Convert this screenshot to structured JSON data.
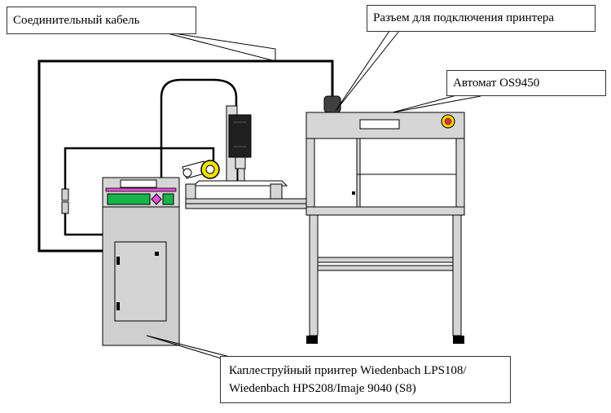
{
  "callouts": {
    "cable": "Соединительный кабель",
    "connector": "Разъем для подключения принтера",
    "automat": "Автомат OS9450",
    "printer_line1": "Каплеструйный принтер Wiedenbach LPS108/",
    "printer_line2": "Wiedenbach HPS208/Imaje 9040  (S8)"
  },
  "colors": {
    "line": "#000000",
    "metal": "#d6d6d6",
    "cabinet": "#cfcfcf",
    "screen_green": "#18b34a",
    "panel_pink": "#e64fd7",
    "indicator_red": "#e23030",
    "indicator_yellow": "#f2d400",
    "roll_yellow": "#f0e000"
  }
}
